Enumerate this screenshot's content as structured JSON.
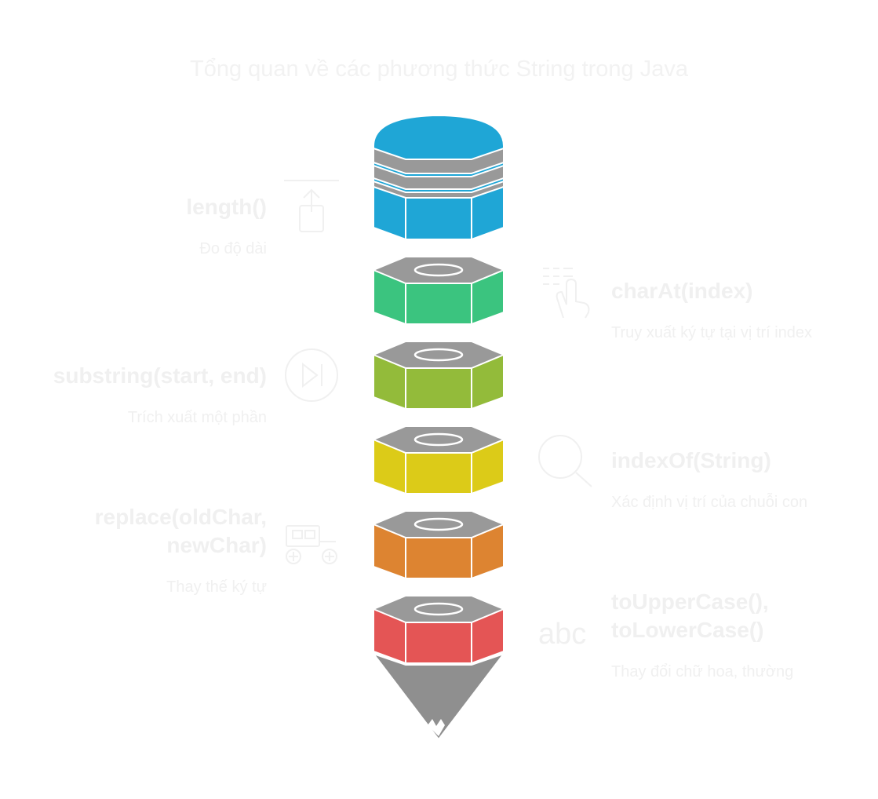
{
  "title": "Tổng quan về các phương thức String trong Java",
  "colors": {
    "grey": "#999999",
    "blue": "#1fa6d6",
    "green": "#3bc47f",
    "lime": "#93bb3a",
    "yellow": "#dccb18",
    "orange": "#dd8431",
    "red": "#e45555",
    "text": "#f0f0f0"
  },
  "items": [
    {
      "name": "length()",
      "desc": "Đo độ dài",
      "icon": "upload-icon"
    },
    {
      "name": "charAt(index)",
      "desc": "Truy xuất ký tự tại vị trí index",
      "icon": "tap-icon"
    },
    {
      "name": "substring(start, end)",
      "desc": "Trích xuất một phần",
      "icon": "skip-forward-icon"
    },
    {
      "name": "indexOf(String)",
      "desc": "Xác định vị trí của chuỗi con",
      "icon": "search-icon"
    },
    {
      "name_line1": "replace(oldChar,",
      "name_line2": "newChar)",
      "desc": "Thay thế ký tự",
      "icon": "tractor-icon"
    },
    {
      "name_line1": "toUpperCase(),",
      "name_line2": "toLowerCase()",
      "desc": "Thay đổi chữ hoa, thường",
      "icon": "abc-icon"
    }
  ]
}
